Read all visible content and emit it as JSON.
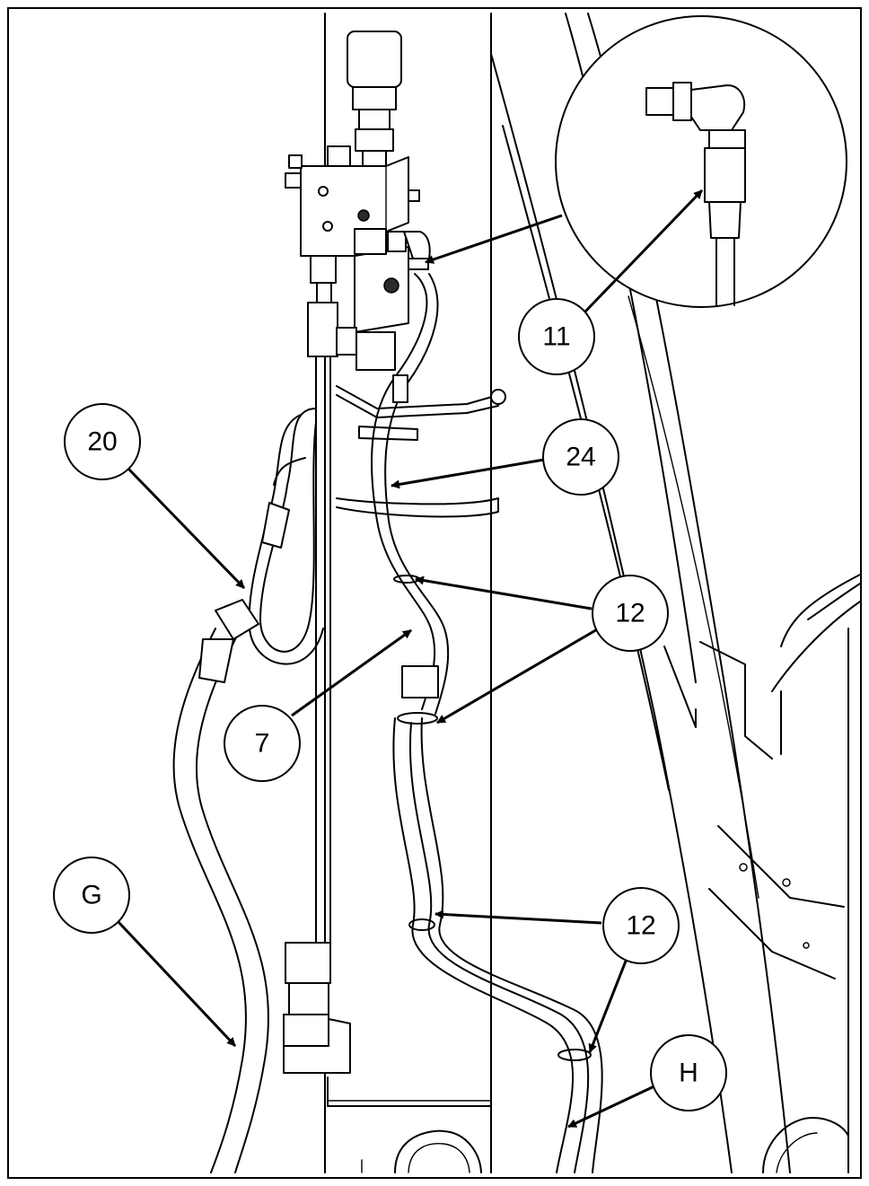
{
  "callouts": [
    {
      "id": "callout-11",
      "text": "11"
    },
    {
      "id": "callout-20",
      "text": "20"
    },
    {
      "id": "callout-24",
      "text": "24"
    },
    {
      "id": "callout-12a",
      "text": "12"
    },
    {
      "id": "callout-7",
      "text": "7"
    },
    {
      "id": "callout-12b",
      "text": "12"
    },
    {
      "id": "callout-g",
      "text": "G"
    },
    {
      "id": "callout-h",
      "text": "H"
    }
  ],
  "colors": {
    "line": "#000000",
    "background": "#ffffff",
    "fill": "#ffffff"
  }
}
